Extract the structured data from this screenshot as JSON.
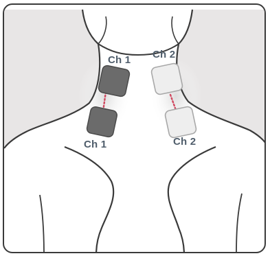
{
  "colors": {
    "background_shade": "#e8e6e6",
    "outline": "#3a3a3a",
    "pad_ch1": "#6b6b6b",
    "pad_ch2": "#eeeeee",
    "lead_wire": "#d0485f",
    "label": "#4f5d6b"
  },
  "labels": {
    "ch1_top": "Ch 1",
    "ch2_top": "Ch 2",
    "ch1_bottom": "Ch 1",
    "ch2_bottom": "Ch 2"
  }
}
